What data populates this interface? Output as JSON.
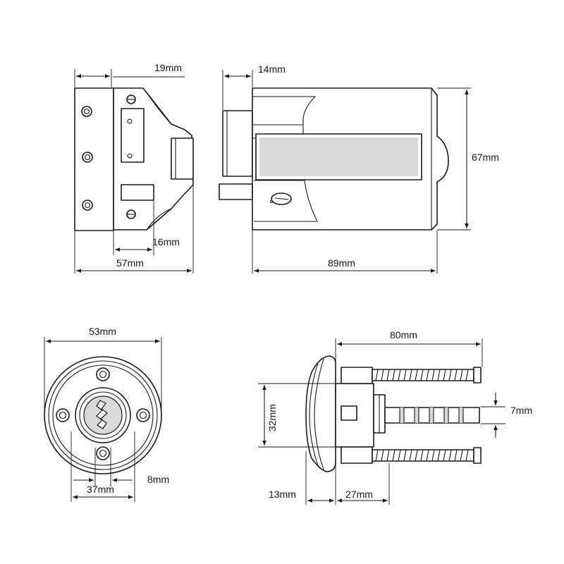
{
  "dimensions": {
    "side_view": {
      "flange": "19mm",
      "keep": "16mm",
      "depth": "57mm"
    },
    "front_view": {
      "bolt_projection": "14mm",
      "height": "67mm",
      "width": "89mm"
    },
    "cylinder_face": {
      "diameter": "53mm",
      "fixing_centres": "37mm",
      "screw_offset": "8mm"
    },
    "cylinder_side": {
      "length": "80mm",
      "bar_width": "7mm",
      "body_height": "32mm",
      "rose": "13mm",
      "body_length": "27mm"
    }
  },
  "colors": {
    "line": "#1a1a1a",
    "shade": "#d9d9d9",
    "background": "#ffffff"
  }
}
